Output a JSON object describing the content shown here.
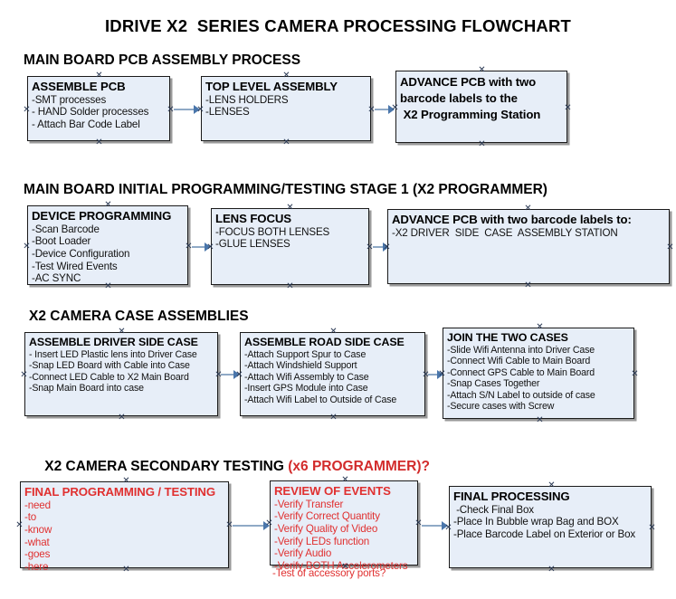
{
  "page": {
    "title": "IDRIVE X2  SERIES CAMERA PROCESSING FLOWCHART",
    "accent_color": "#d22b2b",
    "box_fill": "#e7eef8",
    "connector_color": "#4a76ab"
  },
  "sections": [
    {
      "id": "main-board-pcb-assembly",
      "heading": "MAIN BOARD PCB ASSEMBLY PROCESS"
    },
    {
      "id": "main-board-initial-programming",
      "heading": "MAIN BOARD INITIAL PROGRAMMING/TESTING STAGE 1 (X2 PROGRAMMER)"
    },
    {
      "id": "x2-camera-case-assemblies",
      "heading": "X2 CAMERA CASE ASSEMBLIES"
    },
    {
      "id": "x2-camera-secondary-testing",
      "heading": "X2 CAMERA SECONDARY TESTING ",
      "heading_accent": "(x6 PROGRAMMER)?"
    }
  ],
  "boxes": {
    "assemble_pcb": {
      "title": "ASSEMBLE PCB",
      "lines": [
        "-SMT processes",
        "- HAND Solder processes",
        "- Attach Bar Code Label"
      ]
    },
    "top_level_assembly": {
      "title": "TOP LEVEL ASSEMBLY",
      "lines": [
        "-LENS HOLDERS",
        "-LENSES"
      ]
    },
    "advance_pcb_station": {
      "title": "ADVANCE PCB with two",
      "title_line2": "barcode labels to the",
      "title_line3": " X2 Programming Station"
    },
    "device_programming": {
      "title": "DEVICE PROGRAMMING",
      "lines": [
        "-Scan Barcode",
        "-Boot Loader",
        "-Device Configuration",
        "-Test Wired Events",
        "-AC SYNC"
      ]
    },
    "lens_focus": {
      "title": "LENS FOCUS",
      "lines": [
        "-FOCUS BOTH LENSES",
        "-GLUE LENSES"
      ]
    },
    "advance_pcb_driver_side": {
      "title": "ADVANCE PCB with two barcode labels to:",
      "lines": [
        "-X2 DRIVER  SIDE  CASE  ASSEMBLY STATION"
      ]
    },
    "assemble_driver_side_case": {
      "title": "ASSEMBLE DRIVER SIDE CASE",
      "lines": [
        "- Insert LED Plastic lens into Driver Case",
        "-Snap LED Board with Cable into Case",
        "-Connect LED Cable to X2 Main Board",
        "-Snap Main Board into case"
      ]
    },
    "assemble_road_side_case": {
      "title": "ASSEMBLE ROAD SIDE CASE",
      "lines": [
        "-Attach Support Spur to Case",
        "-Attach Windshield Support",
        "-Attach Wifi Assembly to Case",
        "-Insert GPS Module into Case",
        "-Attach Wifi Label to Outside of Case"
      ]
    },
    "join_the_two_cases": {
      "title": "JOIN THE TWO CASES",
      "lines": [
        "-Slide Wifi Antenna into Driver Case",
        "-Connect Wifi Cable to Main Board",
        "-Connect GPS Cable to Main Board",
        "-Snap Cases Together",
        "-Attach S/N Label to outside of case",
        "-Secure cases with Screw"
      ]
    },
    "final_programming_testing": {
      "title": "FINAL PROGRAMMING / TESTING",
      "lines": [
        "-need",
        "-to",
        "-know",
        "-what",
        "-goes",
        "-here"
      ]
    },
    "review_of_events": {
      "title": "REVIEW OF EVENTS",
      "lines": [
        "-Verify Transfer",
        "-Verify Correct Quantity",
        "-Verify Quality of Video",
        "-Verify LEDs function",
        "-Verify Audio",
        "-Verify BOTH Accelerometers"
      ],
      "overflow_line": "-Test of accessory ports?"
    },
    "final_processing": {
      "title": "FINAL PROCESSING",
      "lines": [
        " -Check Final Box",
        "-Place In Bubble wrap Bag and BOX",
        "-Place Barcode Label on Exterior or Box"
      ]
    }
  }
}
